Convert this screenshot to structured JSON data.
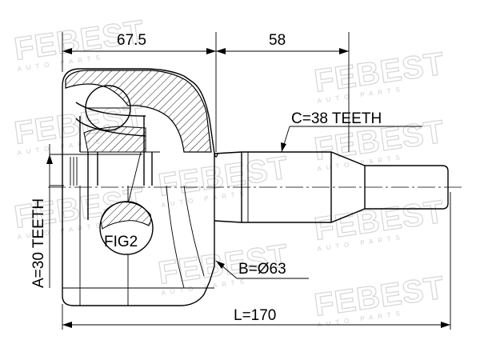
{
  "dimensions": {
    "top_left": "67.5",
    "top_right": "58",
    "total_length": "L=170",
    "spline_c": "C=38 TEETH",
    "spline_a": "A=30 TEETH",
    "diameter_b": "B=Ø63",
    "figure_ref": "FIG2"
  },
  "watermark": {
    "brand": "FEBEST",
    "sub": "AUTO PARTS"
  },
  "colors": {
    "line": "#000000",
    "watermark": "#d6d6d6"
  }
}
